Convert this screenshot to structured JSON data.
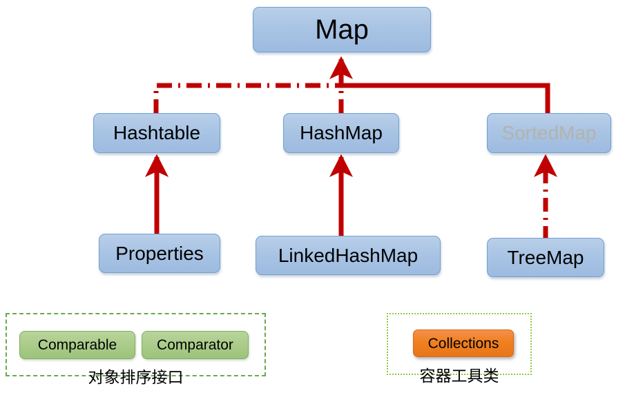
{
  "diagram": {
    "title": "Java Map collection hierarchy",
    "colors": {
      "node_fill_blue": "#a9c4e4",
      "node_border_blue": "#6f9fd0",
      "node_fill_green": "#a9cb88",
      "node_border_green": "#7fae60",
      "node_fill_orange": "#f0801f",
      "node_border_orange": "#d2691a",
      "edge_red": "#c00000",
      "legend_border_dashed": "#6aa84f",
      "legend_border_dotted": "#93c83e",
      "text_black": "#000000",
      "text_muted": "#b3b3ab"
    },
    "nodes": [
      {
        "id": "map",
        "label": "Map",
        "style": "blue",
        "muted": false
      },
      {
        "id": "hashtable",
        "label": "Hashtable",
        "style": "blue",
        "muted": false
      },
      {
        "id": "hashmap",
        "label": "HashMap",
        "style": "blue",
        "muted": false
      },
      {
        "id": "sortedmap",
        "label": "SortedMap",
        "style": "blue",
        "muted": true
      },
      {
        "id": "properties",
        "label": "Properties",
        "style": "blue",
        "muted": false
      },
      {
        "id": "linkedhashmap",
        "label": "LinkedHashMap",
        "style": "blue",
        "muted": false
      },
      {
        "id": "treemap",
        "label": "TreeMap",
        "style": "blue",
        "muted": false
      },
      {
        "id": "comparable",
        "label": "Comparable",
        "style": "green",
        "muted": false
      },
      {
        "id": "comparator",
        "label": "Comparator",
        "style": "green",
        "muted": false
      },
      {
        "id": "collections",
        "label": "Collections",
        "style": "orange",
        "muted": false
      }
    ],
    "edges": [
      {
        "from": "hashtable",
        "to": "map",
        "line": "dash-dot",
        "arrow": "up"
      },
      {
        "from": "hashmap",
        "to": "map",
        "line": "dash-dot",
        "arrow": "up"
      },
      {
        "from": "sortedmap",
        "to": "map",
        "line": "solid",
        "arrow": "up"
      },
      {
        "from": "properties",
        "to": "hashtable",
        "line": "solid",
        "arrow": "up"
      },
      {
        "from": "linkedhashmap",
        "to": "hashmap",
        "line": "solid",
        "arrow": "up"
      },
      {
        "from": "treemap",
        "to": "sortedmap",
        "line": "dash-dot",
        "arrow": "up"
      }
    ],
    "legends": [
      {
        "id": "sorting-interfaces",
        "caption": "对象排序接口",
        "border": "dashed",
        "members": [
          "comparable",
          "comparator"
        ]
      },
      {
        "id": "container-utility",
        "caption": "容器工具类",
        "border": "dotted",
        "members": [
          "collections"
        ]
      }
    ]
  }
}
